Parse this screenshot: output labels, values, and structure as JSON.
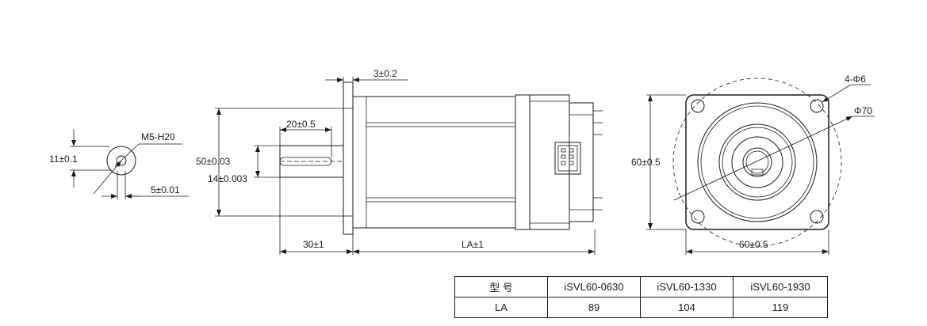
{
  "dimensions": {
    "thread": "M5-H20",
    "shaft_flat_height": "11±0.1",
    "key_width": "5±0.01",
    "shaft_length_key": "20±0.5",
    "pilot_diameter": "50±0.03",
    "shaft_diameter": "14±0.003",
    "flange_thickness": "3±0.2",
    "shaft_length": "30±1",
    "body_length": "LA±1",
    "mount_holes": "4-Φ6",
    "bolt_circle": "Φ70",
    "flange_height": "60±0.5",
    "flange_width": "60±0.5"
  },
  "table": {
    "header": [
      "型 号",
      "iSVL60-0630",
      "iSVL60-1330",
      "iSVL60-1930"
    ],
    "rows": [
      [
        "LA",
        "89",
        "104",
        "119"
      ]
    ]
  }
}
